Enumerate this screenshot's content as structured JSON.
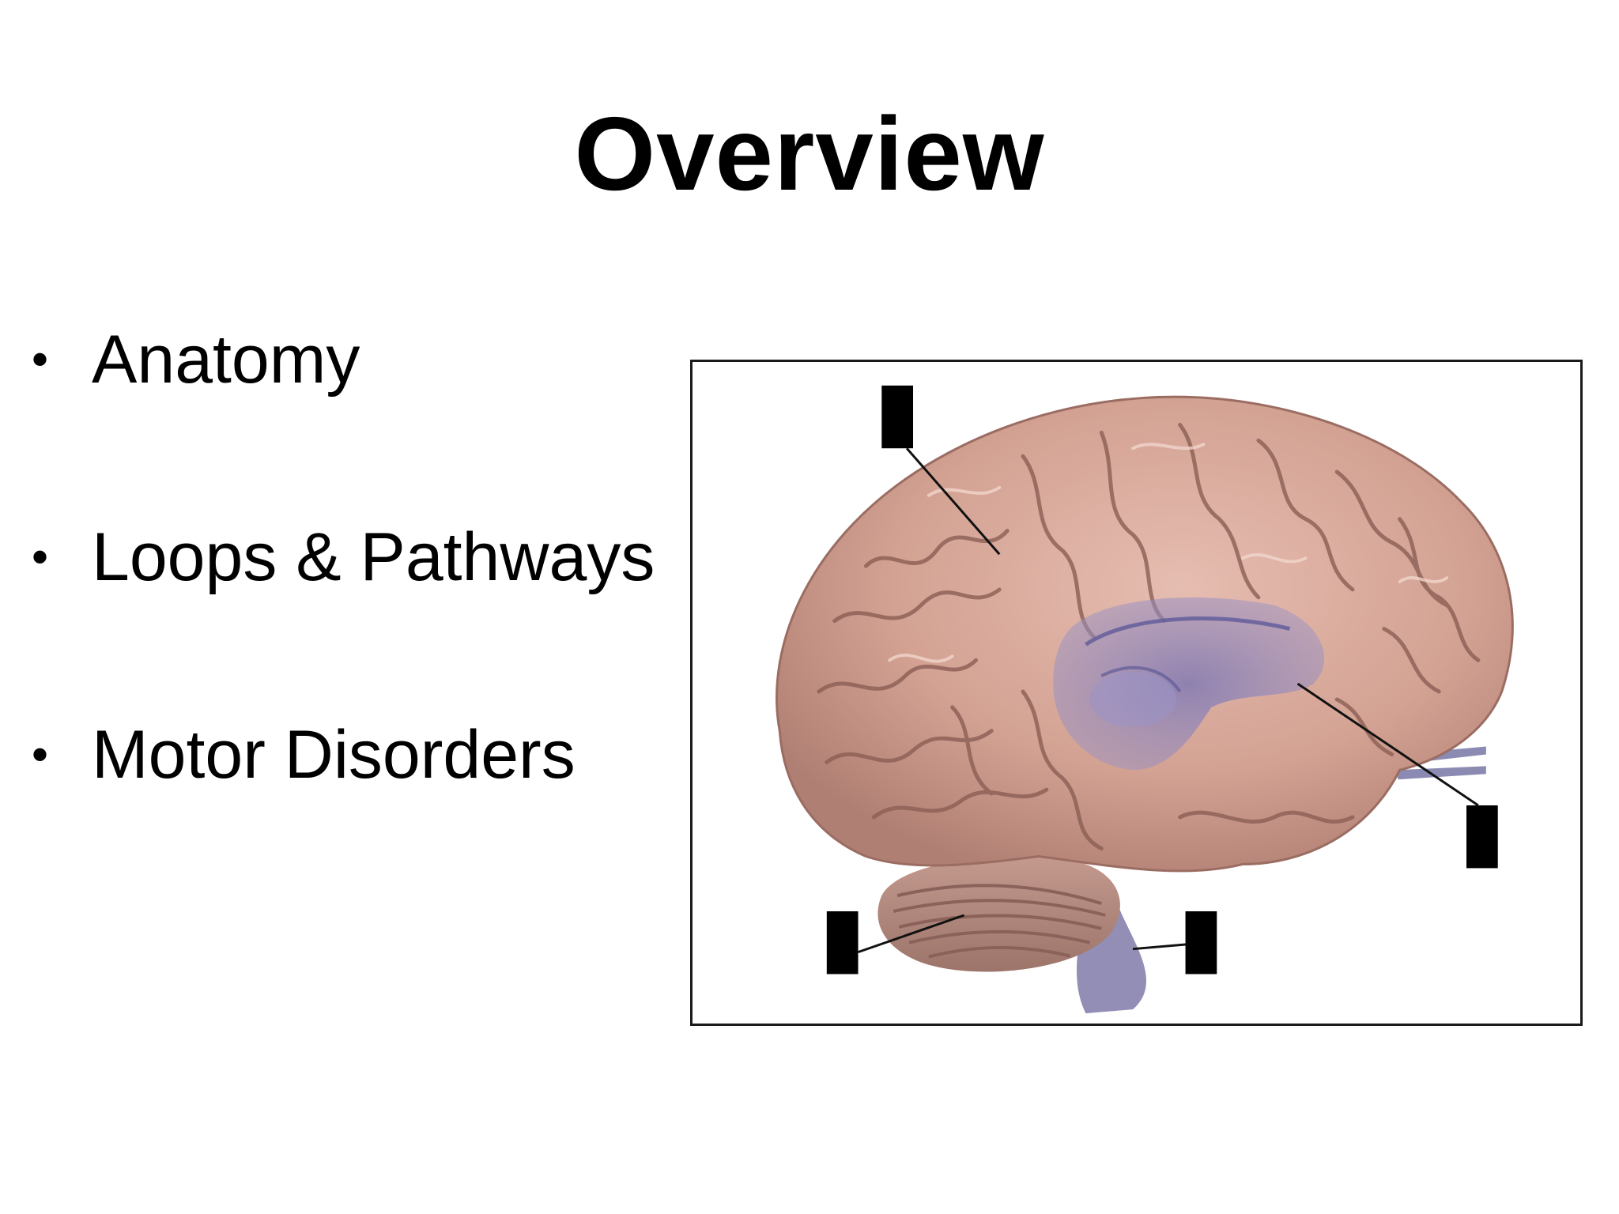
{
  "slide": {
    "title": "Overview",
    "bullets": [
      {
        "symbol": "•",
        "text": "Anatomy"
      },
      {
        "symbol": "•",
        "text": "Loops & Pathways"
      },
      {
        "symbol": "•",
        "text": "Motor Disorders"
      }
    ]
  },
  "figure": {
    "label_boxes": 4,
    "colors": {
      "cortex": "#d9a99c",
      "cortex_dark": "#a8766a",
      "basal_ganglia": "#8a84b8",
      "cerebellum": "#b38b80",
      "label_box": "#000000"
    }
  }
}
